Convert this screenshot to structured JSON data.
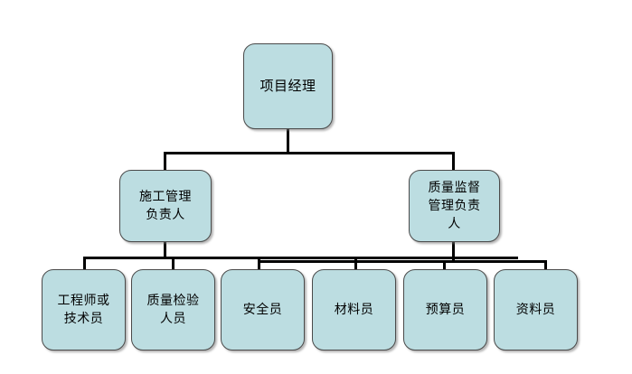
{
  "diagram": {
    "title_text": "",
    "type": "organization-chart",
    "background_color": "#ffffff",
    "node_fill_color": "#bcdde1",
    "node_border_color": "#4a4a4a",
    "connector_color": "#000000",
    "levels": [
      {
        "level": 1,
        "nodes": [
          {
            "id": "root",
            "label": "项目经理"
          }
        ]
      },
      {
        "level": 2,
        "nodes": [
          {
            "id": "mid-left",
            "label": "施工管理\n负责人"
          },
          {
            "id": "mid-right",
            "label": "质量监督\n管理负责\n人"
          }
        ]
      },
      {
        "level": 3,
        "nodes": [
          {
            "id": "leaf-1",
            "label": "工程师或\n技术员"
          },
          {
            "id": "leaf-2",
            "label": "质量检验\n人员"
          },
          {
            "id": "leaf-3",
            "label": "安全员"
          },
          {
            "id": "leaf-4",
            "label": "材料员"
          },
          {
            "id": "leaf-5",
            "label": "预算员"
          },
          {
            "id": "leaf-6",
            "label": "资料员"
          }
        ]
      }
    ]
  }
}
